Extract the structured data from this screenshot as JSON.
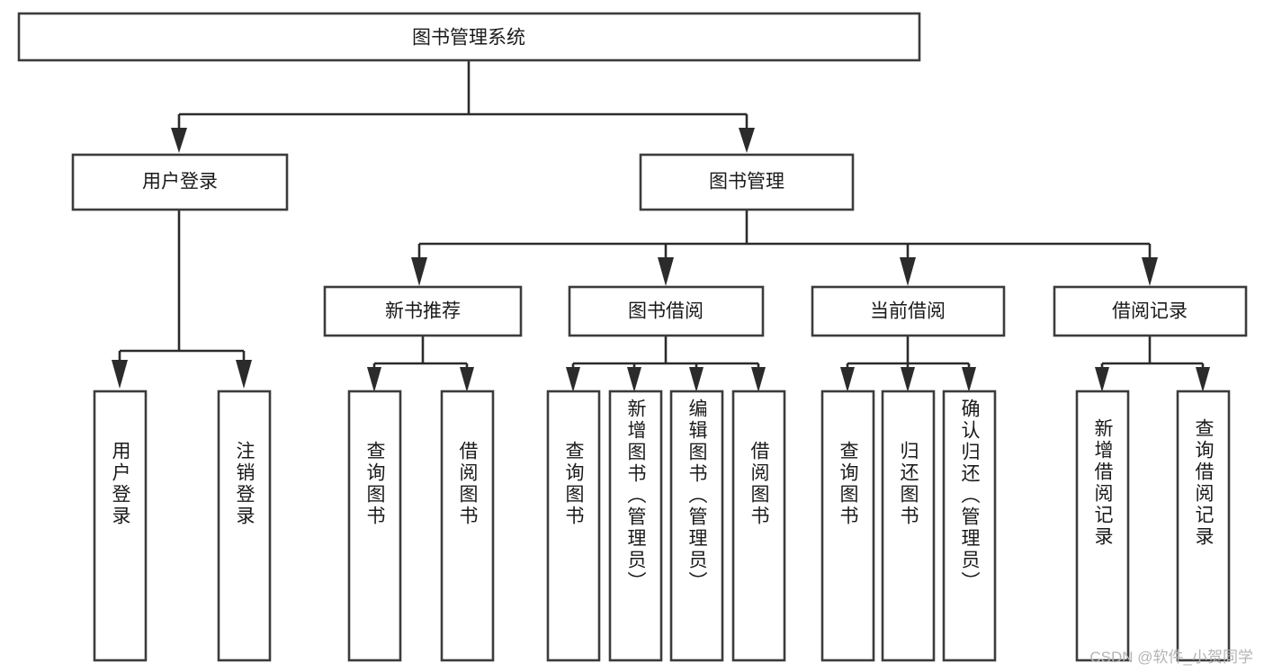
{
  "diagram": {
    "type": "tree",
    "title": "图书管理系统",
    "orientation": "top-down",
    "colors": {
      "box_stroke": "#3c3c3c",
      "box_fill": "#ffffff",
      "connector": "#2b2b2b",
      "text": "#1a1a1a",
      "background": "#ffffff",
      "watermark": "#b4b4b4"
    },
    "root": {
      "id": "root",
      "label": "图书管理系统",
      "level": 0
    },
    "level1": [
      {
        "id": "user-login",
        "label": "用户登录",
        "level": 1
      },
      {
        "id": "book-manage",
        "label": "图书管理",
        "level": 1
      }
    ],
    "level2": [
      {
        "id": "new-book-recommend",
        "label": "新书推荐",
        "level": 2,
        "parent": "book-manage"
      },
      {
        "id": "book-borrow",
        "label": "图书借阅",
        "level": 2,
        "parent": "book-manage"
      },
      {
        "id": "current-borrow",
        "label": "当前借阅",
        "level": 2,
        "parent": "book-manage"
      },
      {
        "id": "borrow-record",
        "label": "借阅记录",
        "level": 2,
        "parent": "book-manage"
      }
    ],
    "leaves": [
      {
        "id": "leaf-user-login",
        "label": "用户登录",
        "parent": "user-login"
      },
      {
        "id": "leaf-user-logout",
        "label": "注销登录",
        "parent": "user-login"
      },
      {
        "id": "leaf-query-book-1",
        "label": "查询图书",
        "parent": "new-book-recommend"
      },
      {
        "id": "leaf-borrow-book-1",
        "label": "借阅图书",
        "parent": "new-book-recommend"
      },
      {
        "id": "leaf-query-book-2",
        "label": "查询图书",
        "parent": "book-borrow"
      },
      {
        "id": "leaf-add-book",
        "label": "新增图书（管理员）",
        "parent": "book-borrow"
      },
      {
        "id": "leaf-edit-book",
        "label": "编辑图书（管理员）",
        "parent": "book-borrow"
      },
      {
        "id": "leaf-borrow-book-2",
        "label": "借阅图书",
        "parent": "book-borrow"
      },
      {
        "id": "leaf-query-book-3",
        "label": "查询图书",
        "parent": "current-borrow"
      },
      {
        "id": "leaf-return-book",
        "label": "归还图书",
        "parent": "current-borrow"
      },
      {
        "id": "leaf-confirm-return",
        "label": "确认归还（管理员）",
        "parent": "current-borrow"
      },
      {
        "id": "leaf-add-record",
        "label": "新增借阅记录",
        "parent": "borrow-record"
      },
      {
        "id": "leaf-query-record",
        "label": "查询借阅记录",
        "parent": "borrow-record"
      }
    ]
  },
  "watermark": {
    "text": "CSDN @软件_小贺同学"
  }
}
